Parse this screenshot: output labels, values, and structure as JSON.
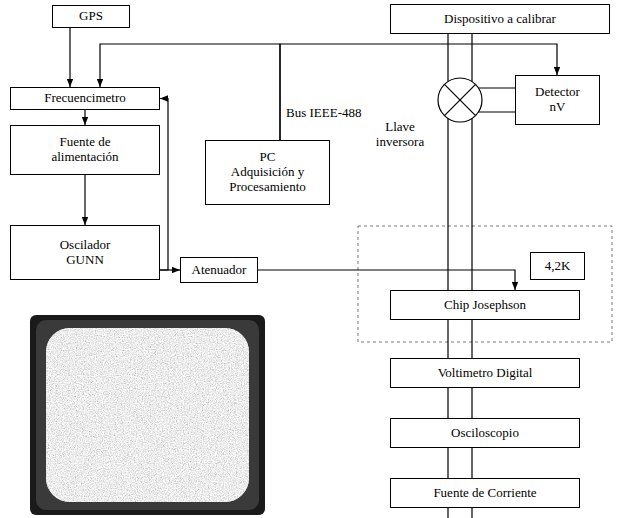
{
  "diagram": {
    "nodes": [
      {
        "text": [
          "GPS"
        ]
      },
      {
        "text": [
          "Dispositivo a calibrar"
        ]
      },
      {
        "text": [
          "Frecuencimetro"
        ]
      },
      {
        "text": [
          "Llave inversora"
        ]
      },
      {
        "text": [
          "Detector nV"
        ]
      },
      {
        "text": [
          "Fuente de alimentación"
        ]
      },
      {
        "text": [
          "PC",
          "Adquisición y Procesamiento"
        ]
      },
      {
        "text": [
          "Oscilador GUNN"
        ]
      },
      {
        "text": [
          "Atenuador"
        ]
      },
      {
        "text": [
          "4,2K"
        ]
      },
      {
        "text": [
          "Chip Josephson"
        ]
      },
      {
        "text": [
          "Voltimetro Digital"
        ]
      },
      {
        "text": [
          "Osciloscopio"
        ]
      },
      {
        "text": [
          "Fuente de Corriente"
        ]
      }
    ],
    "edges": [
      {
        "from": 0,
        "to": 2,
        "arrow": "to"
      },
      {
        "from": 6,
        "to": 2,
        "arrow": "to"
      },
      {
        "from": 6,
        "to": 4,
        "arrow": "to"
      },
      {
        "from": 1,
        "to": 3,
        "arrow": "none"
      },
      {
        "from": 3,
        "to": 4,
        "arrow": "none"
      },
      {
        "from": 2,
        "to": 5,
        "arrow": "to"
      },
      {
        "from": 5,
        "to": 7,
        "arrow": "to"
      },
      {
        "from": 7,
        "to": 2,
        "arrow": "to"
      },
      {
        "from": 7,
        "to": 8,
        "arrow": "to"
      },
      {
        "from": 8,
        "to": 10,
        "arrow": "to"
      },
      {
        "from": 3,
        "to": 10,
        "arrow": "none"
      },
      {
        "from": 10,
        "to": 11,
        "arrow": "none"
      },
      {
        "from": 11,
        "to": 12,
        "arrow": "none"
      },
      {
        "from": 12,
        "to": 13,
        "arrow": "none"
      }
    ],
    "labels": [
      "Bus IEEE-488"
    ]
  }
}
